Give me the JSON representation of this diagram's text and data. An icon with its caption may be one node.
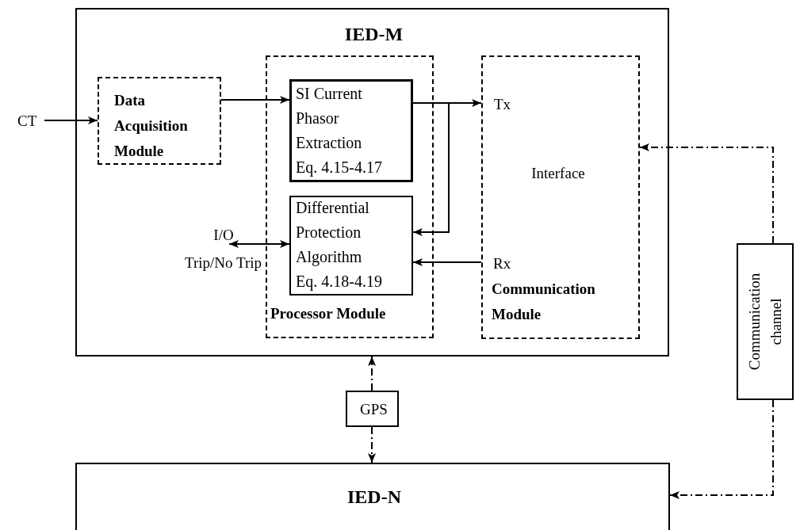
{
  "diagram": {
    "nodes": [
      {
        "text": [
          "IED-M"
        ]
      },
      {
        "text": [
          "Data Acquisition Module"
        ],
        "in": 0
      },
      {
        "text": [
          "Processor Module"
        ],
        "in": 0
      },
      {
        "text": [
          "SI Current Phasor Extraction Eq. 4.15-4.17"
        ],
        "in": 2
      },
      {
        "text": [
          "Differential Protection Algorithm Eq. 4.18-4.19"
        ],
        "in": 2
      },
      {
        "text": [
          "Tx",
          "Interface",
          "Rx",
          "Communication Module"
        ],
        "in": 0
      },
      {
        "text": [
          "CT"
        ]
      },
      {
        "text": [
          "I/O",
          "Trip/No Trip"
        ],
        "in": 0
      },
      {
        "text": [
          "GPS"
        ]
      },
      {
        "text": [
          "Communication channel"
        ]
      },
      {
        "text": [
          "IED-N"
        ]
      }
    ],
    "edges": [
      {
        "from": 6,
        "to": 1,
        "arrow": "to"
      },
      {
        "from": 1,
        "to": 3,
        "arrow": "to"
      },
      {
        "from": 3,
        "to": 5,
        "arrow": "to"
      },
      {
        "from": 3,
        "to": 4,
        "arrow": "to"
      },
      {
        "from": 5,
        "to": 4,
        "arrow": "to"
      },
      {
        "from": 7,
        "to": 4,
        "arrow": "both"
      },
      {
        "from": 8,
        "to": 0,
        "arrow": "to",
        "style": "dashed"
      },
      {
        "from": 8,
        "to": 10,
        "arrow": "to",
        "style": "dashed"
      },
      {
        "from": 9,
        "to": 5,
        "arrow": "to",
        "style": "dashed"
      },
      {
        "from": 9,
        "to": 10,
        "arrow": "to",
        "style": "dashed"
      }
    ]
  }
}
